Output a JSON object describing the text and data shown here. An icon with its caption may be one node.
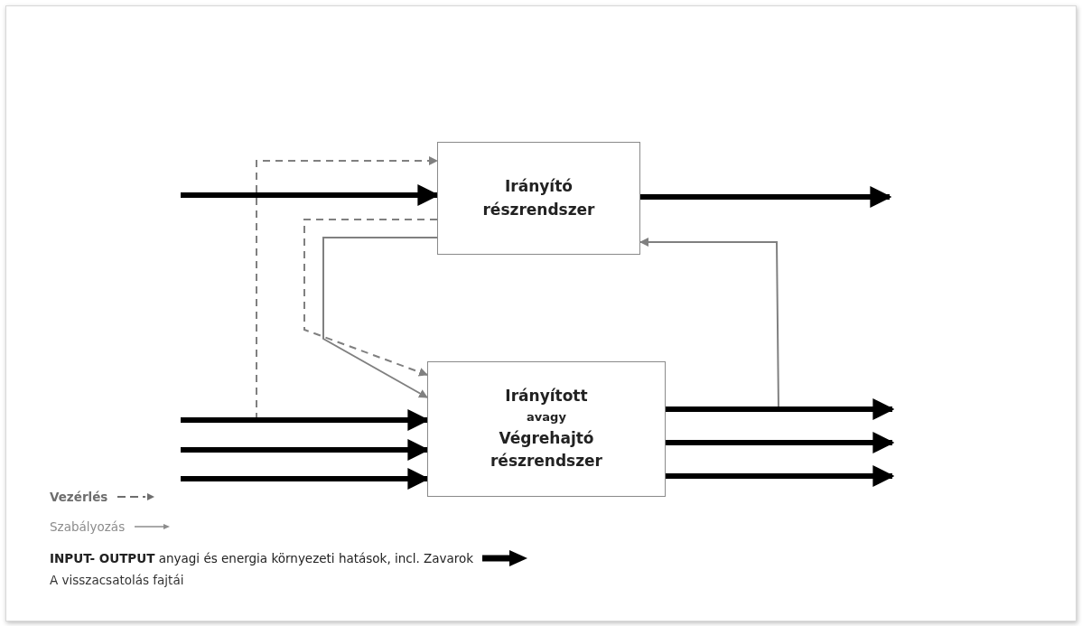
{
  "diagram": {
    "nodes": [
      {
        "text": [
          "Irányító részrendszer"
        ]
      },
      {
        "text": [
          "Irányított",
          "avagy",
          "Végrehajtó részrendszer"
        ]
      }
    ],
    "edges": [
      {
        "from": null,
        "to": 0,
        "arrow": "to"
      },
      {
        "from": 0,
        "to": null,
        "arrow": "to"
      },
      {
        "from": null,
        "to": 0,
        "arrow": "to",
        "style": "dashed",
        "color": "#808080"
      },
      {
        "from": 0,
        "to": 1,
        "arrow": "to",
        "style": "dashed",
        "color": "#808080"
      },
      {
        "from": 0,
        "to": 1,
        "arrow": "to",
        "color": "#808080"
      },
      {
        "from": null,
        "to": 0,
        "arrow": "to",
        "color": "#808080"
      },
      {
        "from": null,
        "to": 1,
        "arrow": "to"
      },
      {
        "from": null,
        "to": 1,
        "arrow": "to"
      },
      {
        "from": null,
        "to": 1,
        "arrow": "to"
      },
      {
        "from": 1,
        "to": null,
        "arrow": "to"
      },
      {
        "from": 1,
        "to": null,
        "arrow": "to"
      },
      {
        "from": 1,
        "to": null,
        "arrow": "to"
      }
    ],
    "labels": [
      "A visszacsatolás fajtái"
    ],
    "legend": [
      {
        "text": "Vezérlés"
      },
      {
        "text": "Szabályozás"
      },
      {
        "text": "**INPUT- OUTPUT** anyagi és energia környezeti hatások, incl. Zavarok"
      }
    ]
  }
}
